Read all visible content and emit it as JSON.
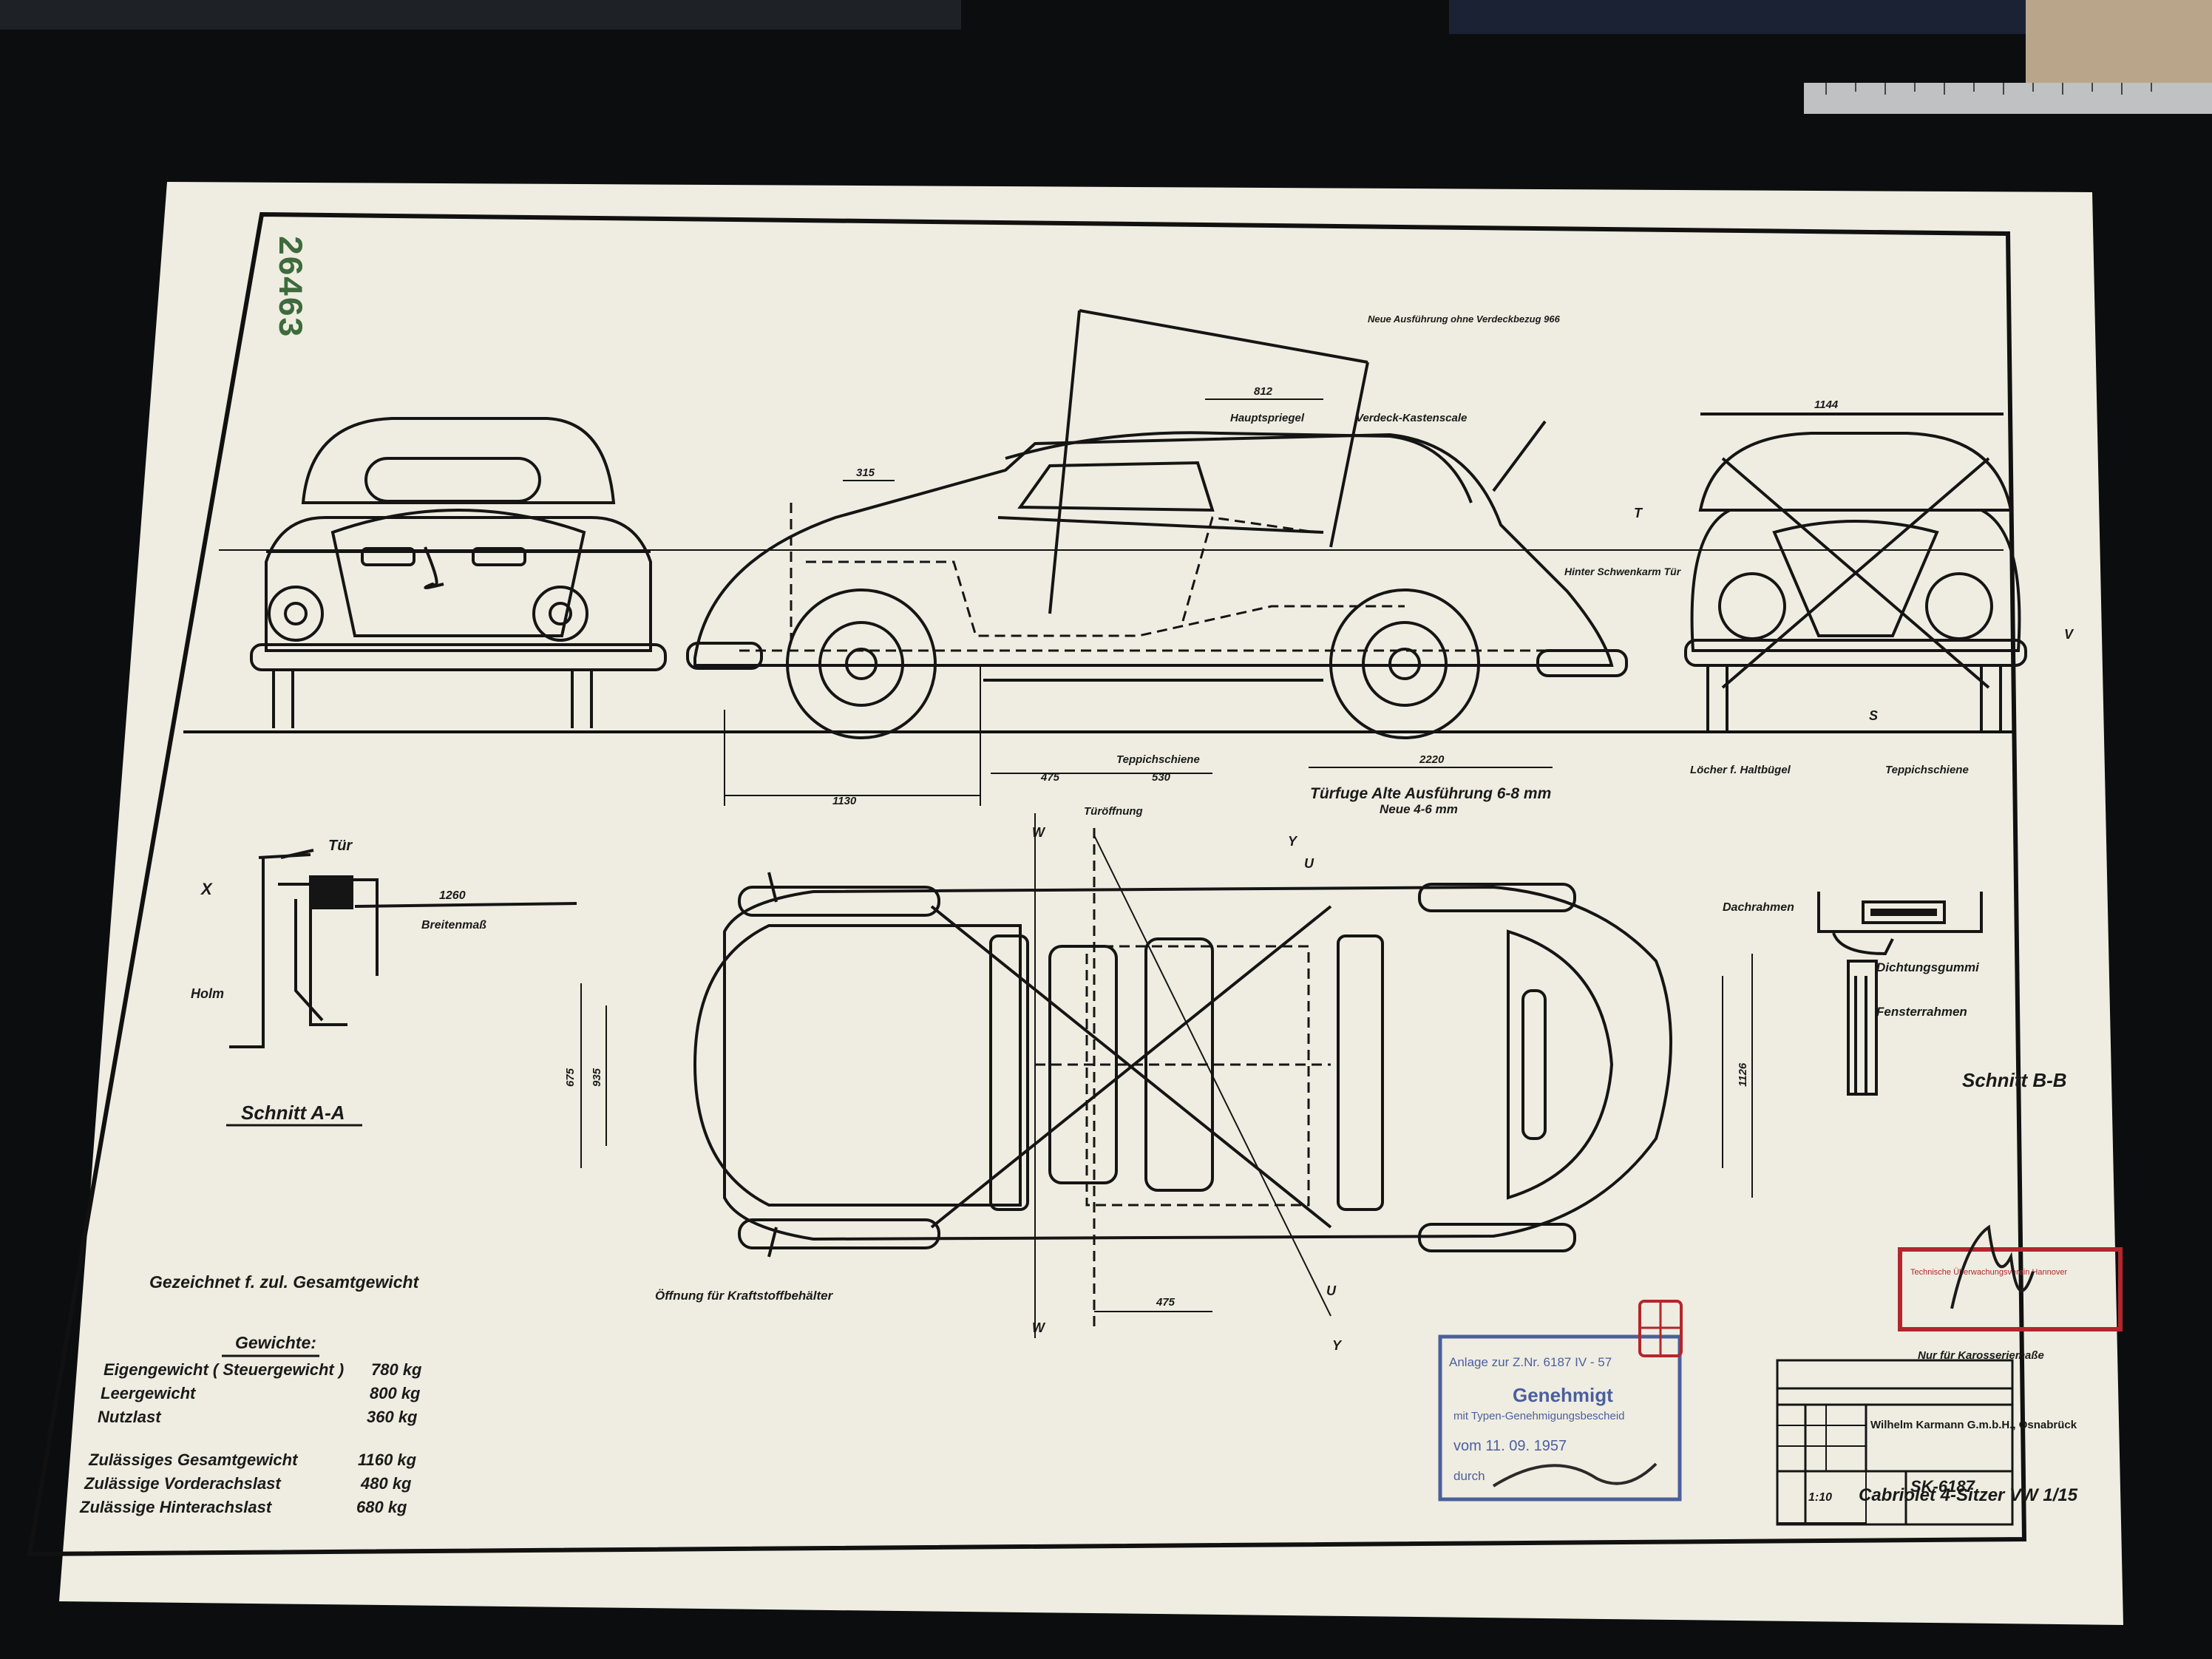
{
  "drawing": {
    "serial_number": "26463",
    "label_tur": "Tür",
    "label_x": "X",
    "label_holm": "Holm",
    "label_breitenmass": "Breitenmaß",
    "dim_1260": "1260",
    "section_a_title": "Schnitt A-A",
    "section_b_title": "Schnitt B-B",
    "label_dachrahmen": "Dachrahmen",
    "label_dichtungsgummi": "Dichtungsgummi",
    "label_fensterrahmen": "Fensterrahmen",
    "label_hauptspriegel": "Hauptspriegel",
    "label_verdeck_kastenscale": "Verdeck-Kastenscale",
    "label_hinter_schwenkarm": "Hinter Schwenkarm Tür",
    "label_locher": "Löcher f. Haltbügel",
    "label_teppichschiene_1": "Teppichschiene",
    "label_teppichschiene_2": "Teppichschiene",
    "label_turoffnung": "Türöffnung",
    "label_oeffnung_kraftstoff": "Öffnung für Kraftstoffbehälter",
    "turfuge_line1": "Türfuge Alte Ausführung 6-8 mm",
    "turfuge_line2": "Neue 4-6 mm",
    "dim_1130": "1130",
    "dim_475_side": "475",
    "dim_530": "530",
    "dim_2220": "2220",
    "dim_475_top": "475",
    "dim_812": "812",
    "dim_315": "315",
    "dim_1144": "1144",
    "dim_675": "675",
    "dim_935": "935",
    "dim_1126": "1126",
    "view_letters": [
      "W",
      "U",
      "T",
      "Y",
      "V",
      "S"
    ],
    "roof_note": "Neue Ausführung ohne Verdeckbezug 966"
  },
  "weights": {
    "note": "Gezeichnet f. zul. Gesamtgewicht",
    "heading": "Gewichte:",
    "rows": [
      {
        "label": "Eigengewicht ( Steuergewicht )",
        "value": "780 kg"
      },
      {
        "label": "Leergewicht",
        "value": "800 kg"
      },
      {
        "label": "Nutzlast",
        "value": "360 kg"
      }
    ],
    "rows2": [
      {
        "label": "Zulässiges Gesamtgewicht",
        "value": "1160 kg"
      },
      {
        "label": "Zulässige Vorderachslast",
        "value": "480 kg"
      },
      {
        "label": "Zulässige Hinterachslast",
        "value": "680 kg"
      }
    ]
  },
  "stamp_blue": {
    "line1": "Anlage zur Z.Nr. 6187 IV - 57",
    "line2": "Genehmigt",
    "line3": "mit Typen-Genehmigungsbescheid",
    "line4": "vom 11. 09. 1957",
    "line5": "durch"
  },
  "stamp_red": {
    "line1": "Technische Überwachungsverein Hannover"
  },
  "title_block": {
    "label_above": "Nur für Karosseriemaße",
    "company": "Wilhelm Karmann G.m.b.H., Osnabrück",
    "title": "Cabriolet 4-Sitzer VW 1/15",
    "drawing_no": "SK-6187",
    "scale": "1:10"
  },
  "colors": {
    "paper": "#efede1",
    "ink": "#151515",
    "stamp_blue": "#4b5f9e",
    "stamp_red": "#b3262d",
    "serial_green": "#3e6b3c"
  }
}
